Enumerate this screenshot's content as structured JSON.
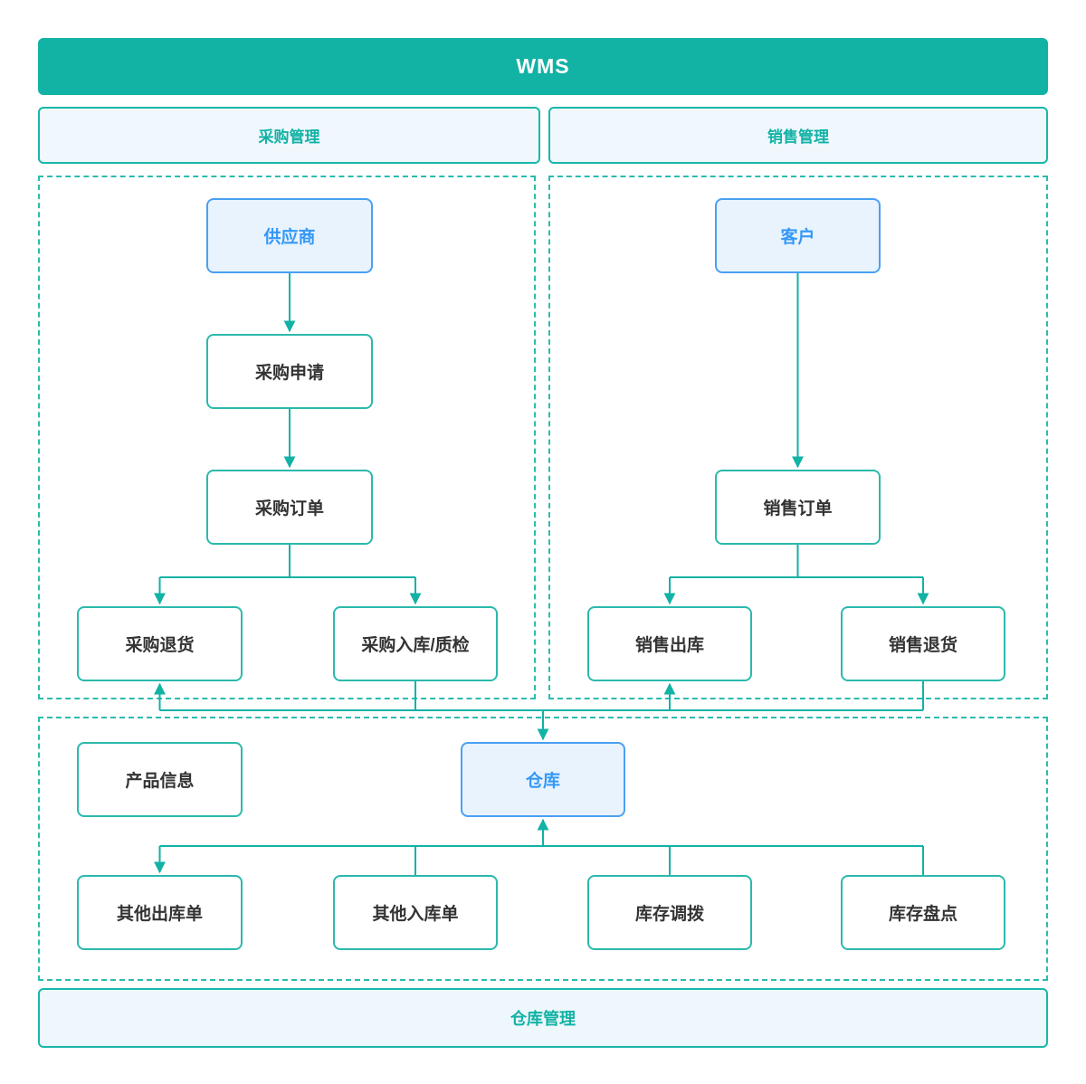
{
  "app": {
    "title": "WMS"
  },
  "sections": {
    "purchase": {
      "label": "采购管理"
    },
    "sales": {
      "label": "销售管理"
    },
    "warehouse": {
      "label": "仓库管理"
    }
  },
  "nodes": {
    "supplier": {
      "label": "供应商",
      "highlight": true
    },
    "purchase_request": {
      "label": "采购申请",
      "highlight": false
    },
    "purchase_order": {
      "label": "采购订单",
      "highlight": false
    },
    "purchase_return": {
      "label": "采购退货",
      "highlight": false
    },
    "purchase_inbound_qc": {
      "label": "采购入库/质检",
      "highlight": false
    },
    "customer": {
      "label": "客户",
      "highlight": true
    },
    "sales_order": {
      "label": "销售订单",
      "highlight": false
    },
    "sales_outbound": {
      "label": "销售出库",
      "highlight": false
    },
    "sales_return": {
      "label": "销售退货",
      "highlight": false
    },
    "product_info": {
      "label": "产品信息",
      "highlight": false
    },
    "warehouse": {
      "label": "仓库",
      "highlight": true
    },
    "other_outbound": {
      "label": "其他出库单",
      "highlight": false
    },
    "other_inbound": {
      "label": "其他入库单",
      "highlight": false
    },
    "inventory_transfer": {
      "label": "库存调拨",
      "highlight": false
    },
    "inventory_count": {
      "label": "库存盘点",
      "highlight": false
    }
  },
  "edges": [
    {
      "from": "supplier",
      "to": "purchase_request"
    },
    {
      "from": "purchase_request",
      "to": "purchase_order"
    },
    {
      "from": "purchase_order",
      "to": "purchase_return"
    },
    {
      "from": "purchase_order",
      "to": "purchase_inbound_qc"
    },
    {
      "from": "customer",
      "to": "sales_order"
    },
    {
      "from": "sales_order",
      "to": "sales_outbound"
    },
    {
      "from": "sales_order",
      "to": "sales_return"
    },
    {
      "from": "purchase_inbound_qc",
      "to": "warehouse"
    },
    {
      "from": "sales_return",
      "to": "warehouse"
    },
    {
      "from": "warehouse",
      "to": "purchase_return"
    },
    {
      "from": "warehouse",
      "to": "sales_outbound"
    },
    {
      "from": "warehouse",
      "to": "other_outbound"
    },
    {
      "from": "other_inbound",
      "to": "warehouse"
    },
    {
      "from": "inventory_transfer",
      "to": "warehouse"
    },
    {
      "from": "inventory_count",
      "to": "warehouse"
    }
  ],
  "colors": {
    "teal_primary": "#12b2a5",
    "teal_node_border": "#2bb9ac",
    "teal_dashed_border": "#2abcae",
    "header_fill": "#f0f8fd",
    "bottom_banner_fill": "#eef7fb",
    "highlight_fill": "#e8f3fe",
    "highlight_border": "#4aa0f2",
    "highlight_text": "#3598f6",
    "node_text": "#333333",
    "banner_text": "#ffffff"
  }
}
